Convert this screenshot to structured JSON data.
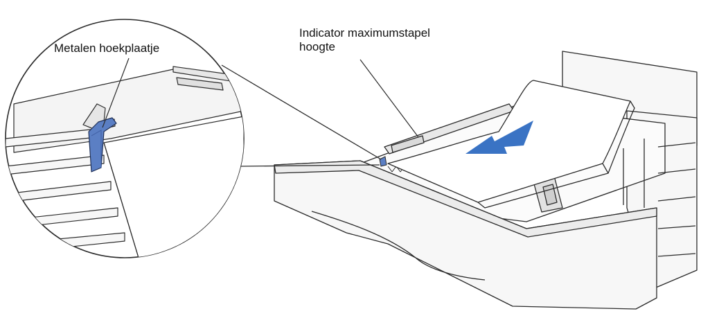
{
  "labels": {
    "corner_plate": "Metalen hoekplaatje",
    "indicator_line1": "Indicator maximumstapel",
    "indicator_line2": "hoogte"
  },
  "colors": {
    "line": "#2a2a2a",
    "tray_fill": "#f7f7f7",
    "paper_fill": "#ffffff",
    "arrow_blue": "#3a73c4",
    "plate_blue": "#5b7fc4"
  },
  "icons": {
    "arrow": "load-direction-arrow-icon"
  }
}
